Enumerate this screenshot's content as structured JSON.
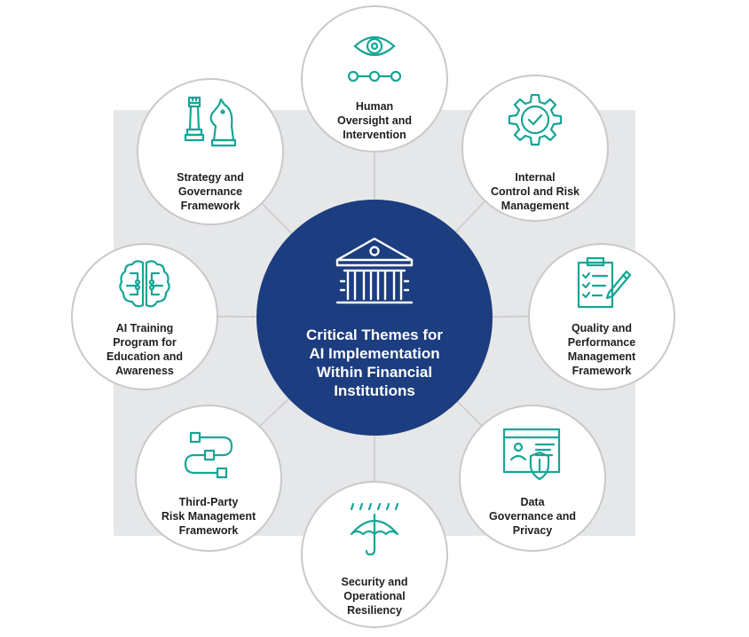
{
  "center": {
    "title": "Critical Themes for\nAI Implementation\nWithin Financial\nInstitutions",
    "icon": "bank-building-icon"
  },
  "themes": [
    {
      "label": "Human\nOversight and\nIntervention",
      "icon": "eye-process-icon"
    },
    {
      "label": "Internal\nControl and Risk\nManagement",
      "icon": "gear-check-icon"
    },
    {
      "label": "Quality and\nPerformance\nManagement\nFramework",
      "icon": "clipboard-pen-icon"
    },
    {
      "label": "Data\nGovernance and\nPrivacy",
      "icon": "browser-shield-icon"
    },
    {
      "label": "Security and\nOperational\nResiliency",
      "icon": "umbrella-rain-icon"
    },
    {
      "label": "Third-Party\nRisk Management\nFramework",
      "icon": "connected-squares-icon"
    },
    {
      "label": "AI Training\nProgram for\nEducation and\nAwareness",
      "icon": "brain-circuit-icon"
    },
    {
      "label": "Strategy and\nGovernance\nFramework",
      "icon": "chess-pieces-icon"
    }
  ],
  "colors": {
    "hub": "#1c3d7f",
    "accent": "#16a596",
    "panel": "#e6e7e8",
    "ring": "#c8c9cb"
  }
}
